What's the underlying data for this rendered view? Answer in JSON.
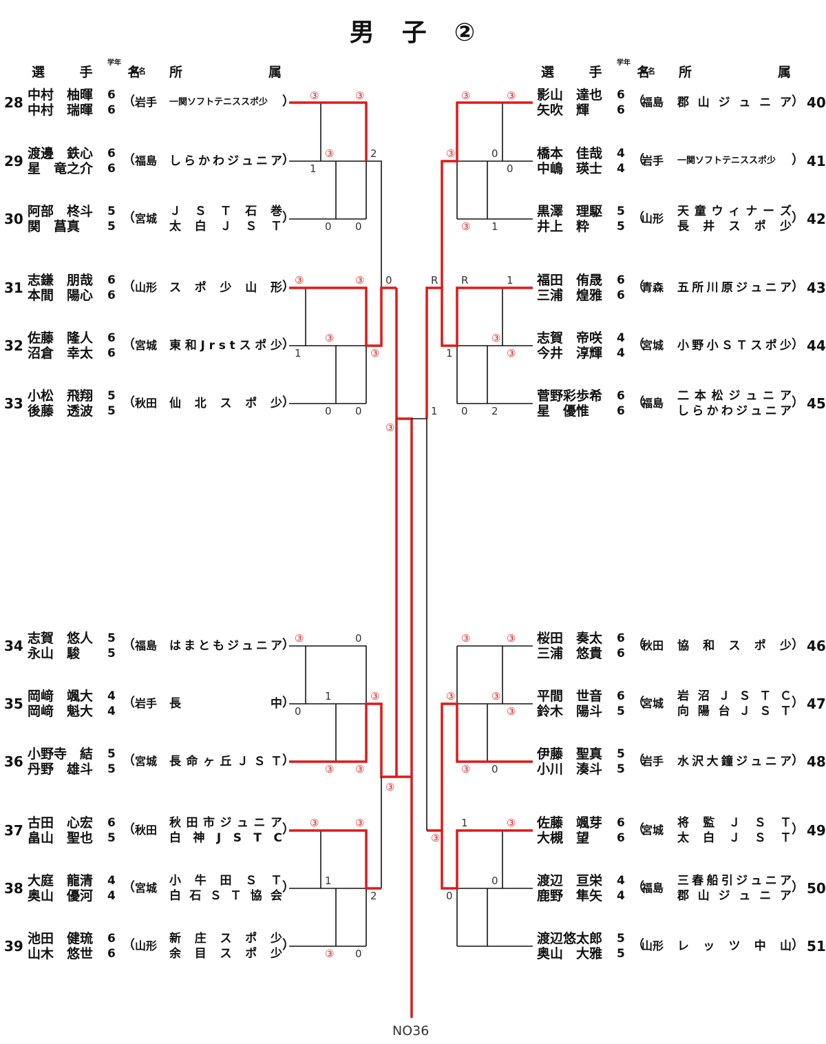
{
  "title": "男　子　②",
  "headers": {
    "left": {
      "player_name": "選 手 名",
      "grade": "学年",
      "pref": "県名",
      "affil_1": "所",
      "affil_2": "属"
    },
    "right": {
      "player_name": "選 手 名",
      "grade": "学年",
      "pref": "県名",
      "affil_1": "所",
      "affil_2": "属"
    }
  },
  "teams": [
    {
      "no": "28",
      "players": [
        "中村　柚暉",
        "中村　瑞暉"
      ],
      "grades": [
        "6",
        "6"
      ],
      "pref": "岩手",
      "affiliation": [
        "一関ソフトテニススポ少"
      ]
    },
    {
      "no": "29",
      "players": [
        "渡邊　鉄心",
        "星　竜之介"
      ],
      "grades": [
        "6",
        "6"
      ],
      "pref": "福島",
      "affiliation": [
        "しらかわジュニア"
      ]
    },
    {
      "no": "30",
      "players": [
        "阿部　柊斗",
        "関　菖真"
      ],
      "grades": [
        "5",
        "5"
      ],
      "pref": "宮城",
      "affiliation": [
        "ＪＳＴ石巻",
        "太白ＪＳＴ"
      ]
    },
    {
      "no": "31",
      "players": [
        "志鎌　朋哉",
        "本間　陽心"
      ],
      "grades": [
        "6",
        "6"
      ],
      "pref": "山形",
      "affiliation": [
        "スポ少山形"
      ]
    },
    {
      "no": "32",
      "players": [
        "佐藤　隆人",
        "沼倉　幸太"
      ],
      "grades": [
        "6",
        "6"
      ],
      "pref": "宮城",
      "affiliation": [
        "東和Jrstスポ少"
      ]
    },
    {
      "no": "33",
      "players": [
        "小松　飛翔",
        "後藤　透波"
      ],
      "grades": [
        "5",
        "5"
      ],
      "pref": "秋田",
      "affiliation": [
        "仙北スポ少"
      ]
    },
    {
      "no": "34",
      "players": [
        "志賀　悠人",
        "永山　駿"
      ],
      "grades": [
        "5",
        "5"
      ],
      "pref": "福島",
      "affiliation": [
        "はまともジュニア"
      ]
    },
    {
      "no": "35",
      "players": [
        "岡﨑　颯大",
        "岡﨑　魁大"
      ],
      "grades": [
        "4",
        "4"
      ],
      "pref": "岩手",
      "affiliation": [
        "長中"
      ]
    },
    {
      "no": "36",
      "players": [
        "小野寺　結",
        "丹野　雄斗"
      ],
      "grades": [
        "5",
        "5"
      ],
      "pref": "宮城",
      "affiliation": [
        "長命ヶ丘ＪＳＴ"
      ]
    },
    {
      "no": "37",
      "players": [
        "古田　心宏",
        "畠山　聖也"
      ],
      "grades": [
        "6",
        "5"
      ],
      "pref": "秋田",
      "affiliation": [
        "秋田市ジュニア",
        "白神JSTC"
      ]
    },
    {
      "no": "38",
      "players": [
        "大庭　龍清",
        "奥山　優河"
      ],
      "grades": [
        "4",
        "4"
      ],
      "pref": "宮城",
      "affiliation": [
        "小牛田ＳＴ",
        "白石ＳＴ協会"
      ]
    },
    {
      "no": "39",
      "players": [
        "池田　健琉",
        "山木　悠世"
      ],
      "grades": [
        "6",
        "6"
      ],
      "pref": "山形",
      "affiliation": [
        "新庄スポ少",
        "余目スポ少"
      ]
    },
    {
      "no": "40",
      "players": [
        "影山　達也",
        "矢吹　輝"
      ],
      "grades": [
        "6",
        "6"
      ],
      "pref": "福島",
      "affiliation": [
        "郡山ジュニア"
      ]
    },
    {
      "no": "41",
      "players": [
        "橋本　佳哉",
        "中嶋　瑛士"
      ],
      "grades": [
        "4",
        "4"
      ],
      "pref": "岩手",
      "affiliation": [
        "一関ソフトテニススポ少"
      ]
    },
    {
      "no": "42",
      "players": [
        "黒澤　理駆",
        "井上　粋"
      ],
      "grades": [
        "5",
        "5"
      ],
      "pref": "山形",
      "affiliation": [
        "天童ウィナーズ",
        "長井スポ少"
      ]
    },
    {
      "no": "43",
      "players": [
        "福田　侑晟",
        "三浦　煌雅"
      ],
      "grades": [
        "6",
        "6"
      ],
      "pref": "青森",
      "affiliation": [
        "五所川原ジュニア"
      ]
    },
    {
      "no": "44",
      "players": [
        "志賀　帝咲",
        "今井　淳輝"
      ],
      "grades": [
        "4",
        "4"
      ],
      "pref": "宮城",
      "affiliation": [
        "小野小ＳＴスポ少"
      ]
    },
    {
      "no": "45",
      "players": [
        "菅野彩歩希",
        "星　優惟"
      ],
      "grades": [
        "6",
        "6"
      ],
      "pref": "福島",
      "affiliation": [
        "二本松ジュニア",
        "しらかわジュニア"
      ]
    },
    {
      "no": "46",
      "players": [
        "桜田　奏太",
        "三浦　悠貴"
      ],
      "grades": [
        "6",
        "6"
      ],
      "pref": "秋田",
      "affiliation": [
        "協和スポ少"
      ]
    },
    {
      "no": "47",
      "players": [
        "平間　世音",
        "鈴木　陽斗"
      ],
      "grades": [
        "6",
        "5"
      ],
      "pref": "宮城",
      "affiliation": [
        "岩沼ＪＳＴＣ",
        "向陽台ＪＳＴ"
      ]
    },
    {
      "no": "48",
      "players": [
        "伊藤　聖真",
        "小川　湊斗"
      ],
      "grades": [
        "5",
        "5"
      ],
      "pref": "岩手",
      "affiliation": [
        "水沢大鐘ジュニア"
      ]
    },
    {
      "no": "49",
      "players": [
        "佐藤　颯芽",
        "大槻　望"
      ],
      "grades": [
        "6",
        "6"
      ],
      "pref": "宮城",
      "affiliation": [
        "将監ＪＳＴ",
        "太白ＪＳＴ"
      ]
    },
    {
      "no": "50",
      "players": [
        "渡辺　亘栄",
        "鹿野　隼矢"
      ],
      "grades": [
        "4",
        "4"
      ],
      "pref": "福島",
      "affiliation": [
        "三春船引ジュニア",
        "郡山ジュニア"
      ]
    },
    {
      "no": "51",
      "players": [
        "渡辺悠太郎",
        "奥山　大雅"
      ],
      "grades": [
        "5",
        "5"
      ],
      "pref": "山形",
      "affiliation": [
        "レッツ中山"
      ]
    }
  ],
  "paren_open": "（",
  "paren_close": "）",
  "scores": [
    {
      "text": "③",
      "win": true
    },
    {
      "text": "③",
      "win": true
    },
    {
      "text": "③",
      "win": true
    },
    {
      "text": "1",
      "win": false
    },
    {
      "text": "2",
      "win": false
    },
    {
      "text": "0",
      "win": false
    },
    {
      "text": "0",
      "win": false
    },
    {
      "text": "0",
      "win": false
    },
    {
      "text": "③",
      "win": true
    },
    {
      "text": "③",
      "win": true
    },
    {
      "text": "③",
      "win": true
    },
    {
      "text": "1",
      "win": false
    },
    {
      "text": "③",
      "win": true
    },
    {
      "text": "0",
      "win": false
    },
    {
      "text": "0",
      "win": false
    },
    {
      "text": "③",
      "win": true
    },
    {
      "text": "③",
      "win": true
    },
    {
      "text": "0",
      "win": false
    },
    {
      "text": "③",
      "win": true
    },
    {
      "text": "1",
      "win": false
    },
    {
      "text": "0",
      "win": false
    },
    {
      "text": "③",
      "win": true
    },
    {
      "text": "③",
      "win": true
    },
    {
      "text": "③",
      "win": true
    },
    {
      "text": "③",
      "win": true
    },
    {
      "text": "③",
      "win": true
    },
    {
      "text": "1",
      "win": false
    },
    {
      "text": "2",
      "win": false
    },
    {
      "text": "③",
      "win": true
    },
    {
      "text": "0",
      "win": false
    },
    {
      "text": "③",
      "win": true
    },
    {
      "text": "③",
      "win": true
    },
    {
      "text": "0",
      "win": false
    },
    {
      "text": "0",
      "win": false
    },
    {
      "text": "③",
      "win": true
    },
    {
      "text": "③",
      "win": true
    },
    {
      "text": "1",
      "win": false
    },
    {
      "text": "R",
      "win": false
    },
    {
      "text": "R",
      "win": false
    },
    {
      "text": "1",
      "win": false
    },
    {
      "text": "③",
      "win": true
    },
    {
      "text": "③",
      "win": true
    },
    {
      "text": "1",
      "win": false
    },
    {
      "text": "0",
      "win": false
    },
    {
      "text": "2",
      "win": false
    },
    {
      "text": "1",
      "win": false
    },
    {
      "text": "③",
      "win": true
    },
    {
      "text": "③",
      "win": true
    },
    {
      "text": "③",
      "win": true
    },
    {
      "text": "③",
      "win": true
    },
    {
      "text": "③",
      "win": true
    },
    {
      "text": "③",
      "win": true
    },
    {
      "text": "0",
      "win": false
    },
    {
      "text": "③",
      "win": true
    },
    {
      "text": "1",
      "win": false
    },
    {
      "text": "③",
      "win": true
    },
    {
      "text": "0",
      "win": false
    },
    {
      "text": "0",
      "win": false
    }
  ],
  "footer": "NO36"
}
